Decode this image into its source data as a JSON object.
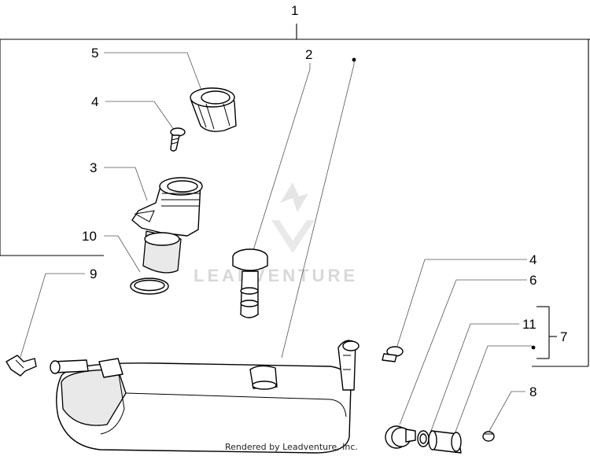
{
  "callouts": {
    "c1": "1",
    "c2": "2",
    "c3": "3",
    "c4_top": "4",
    "c5": "5",
    "c10": "10",
    "c9": "9",
    "c4_right": "4",
    "c6": "6",
    "c11": "11",
    "c7": "7",
    "c8": "8"
  },
  "watermark": {
    "text": "LEADVENTURE"
  },
  "credit": {
    "text": "Rendered by Leadventure, Inc."
  },
  "colors": {
    "line": "#000000",
    "shade": "#e9e9e9",
    "watermark": "#d8d8d8"
  }
}
